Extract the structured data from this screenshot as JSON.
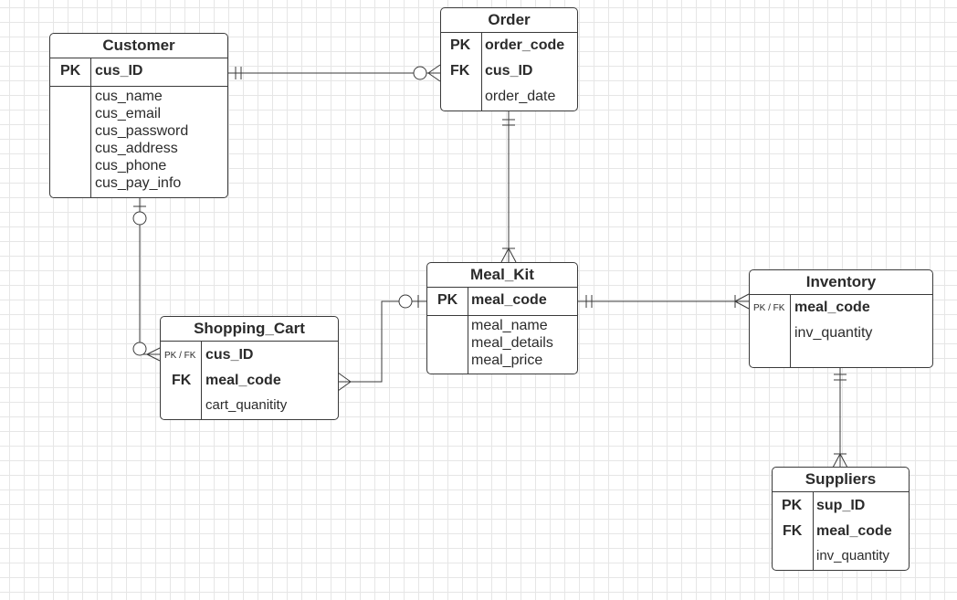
{
  "entities": {
    "customer": {
      "title": "Customer",
      "pk_label": "PK",
      "pk_field": "cus_ID",
      "fields": [
        "cus_name",
        "cus_email",
        "cus_password",
        "cus_address",
        "cus_phone",
        "cus_pay_info"
      ]
    },
    "order": {
      "title": "Order",
      "rows": [
        {
          "key": "PK",
          "field": "order_code"
        },
        {
          "key": "FK",
          "field": "cus_ID"
        },
        {
          "key": "",
          "field": "order_date"
        }
      ]
    },
    "meal_kit": {
      "title": "Meal_Kit",
      "pk_label": "PK",
      "pk_field": "meal_code",
      "fields": [
        "meal_name",
        "meal_details",
        "meal_price"
      ]
    },
    "shopping_cart": {
      "title": "Shopping_Cart",
      "rows": [
        {
          "key": "PK / FK",
          "field": "cus_ID"
        },
        {
          "key": "FK",
          "field": "meal_code"
        },
        {
          "key": "",
          "field": "cart_quanitity"
        }
      ]
    },
    "inventory": {
      "title": "Inventory",
      "pk_label": "PK / FK",
      "pk_field": "meal_code",
      "fields": [
        "inv_quantity"
      ]
    },
    "suppliers": {
      "title": "Suppliers",
      "rows": [
        {
          "key": "PK",
          "field": "sup_ID"
        },
        {
          "key": "FK",
          "field": "meal_code"
        },
        {
          "key": "",
          "field": "inv_quantity"
        }
      ]
    }
  },
  "relationships": [
    {
      "from": "Customer",
      "to": "Order",
      "from_cardinality": "one-and-only-one",
      "to_cardinality": "zero-or-many"
    },
    {
      "from": "Order",
      "to": "Meal_Kit",
      "from_cardinality": "one-and-only-one",
      "to_cardinality": "one-or-many"
    },
    {
      "from": "Customer",
      "to": "Shopping_Cart",
      "from_cardinality": "zero-or-one",
      "to_cardinality": "zero-or-many"
    },
    {
      "from": "Shopping_Cart",
      "to": "Meal_Kit",
      "from_cardinality": "many",
      "to_cardinality": "zero-or-one"
    },
    {
      "from": "Meal_Kit",
      "to": "Inventory",
      "from_cardinality": "one-and-only-one",
      "to_cardinality": "one-or-many"
    },
    {
      "from": "Inventory",
      "to": "Suppliers",
      "from_cardinality": "one-and-only-one",
      "to_cardinality": "one-or-many"
    }
  ],
  "colors": {
    "line": "#3a3a3a",
    "grid": "#e6e6e6",
    "background": "#ffffff"
  }
}
